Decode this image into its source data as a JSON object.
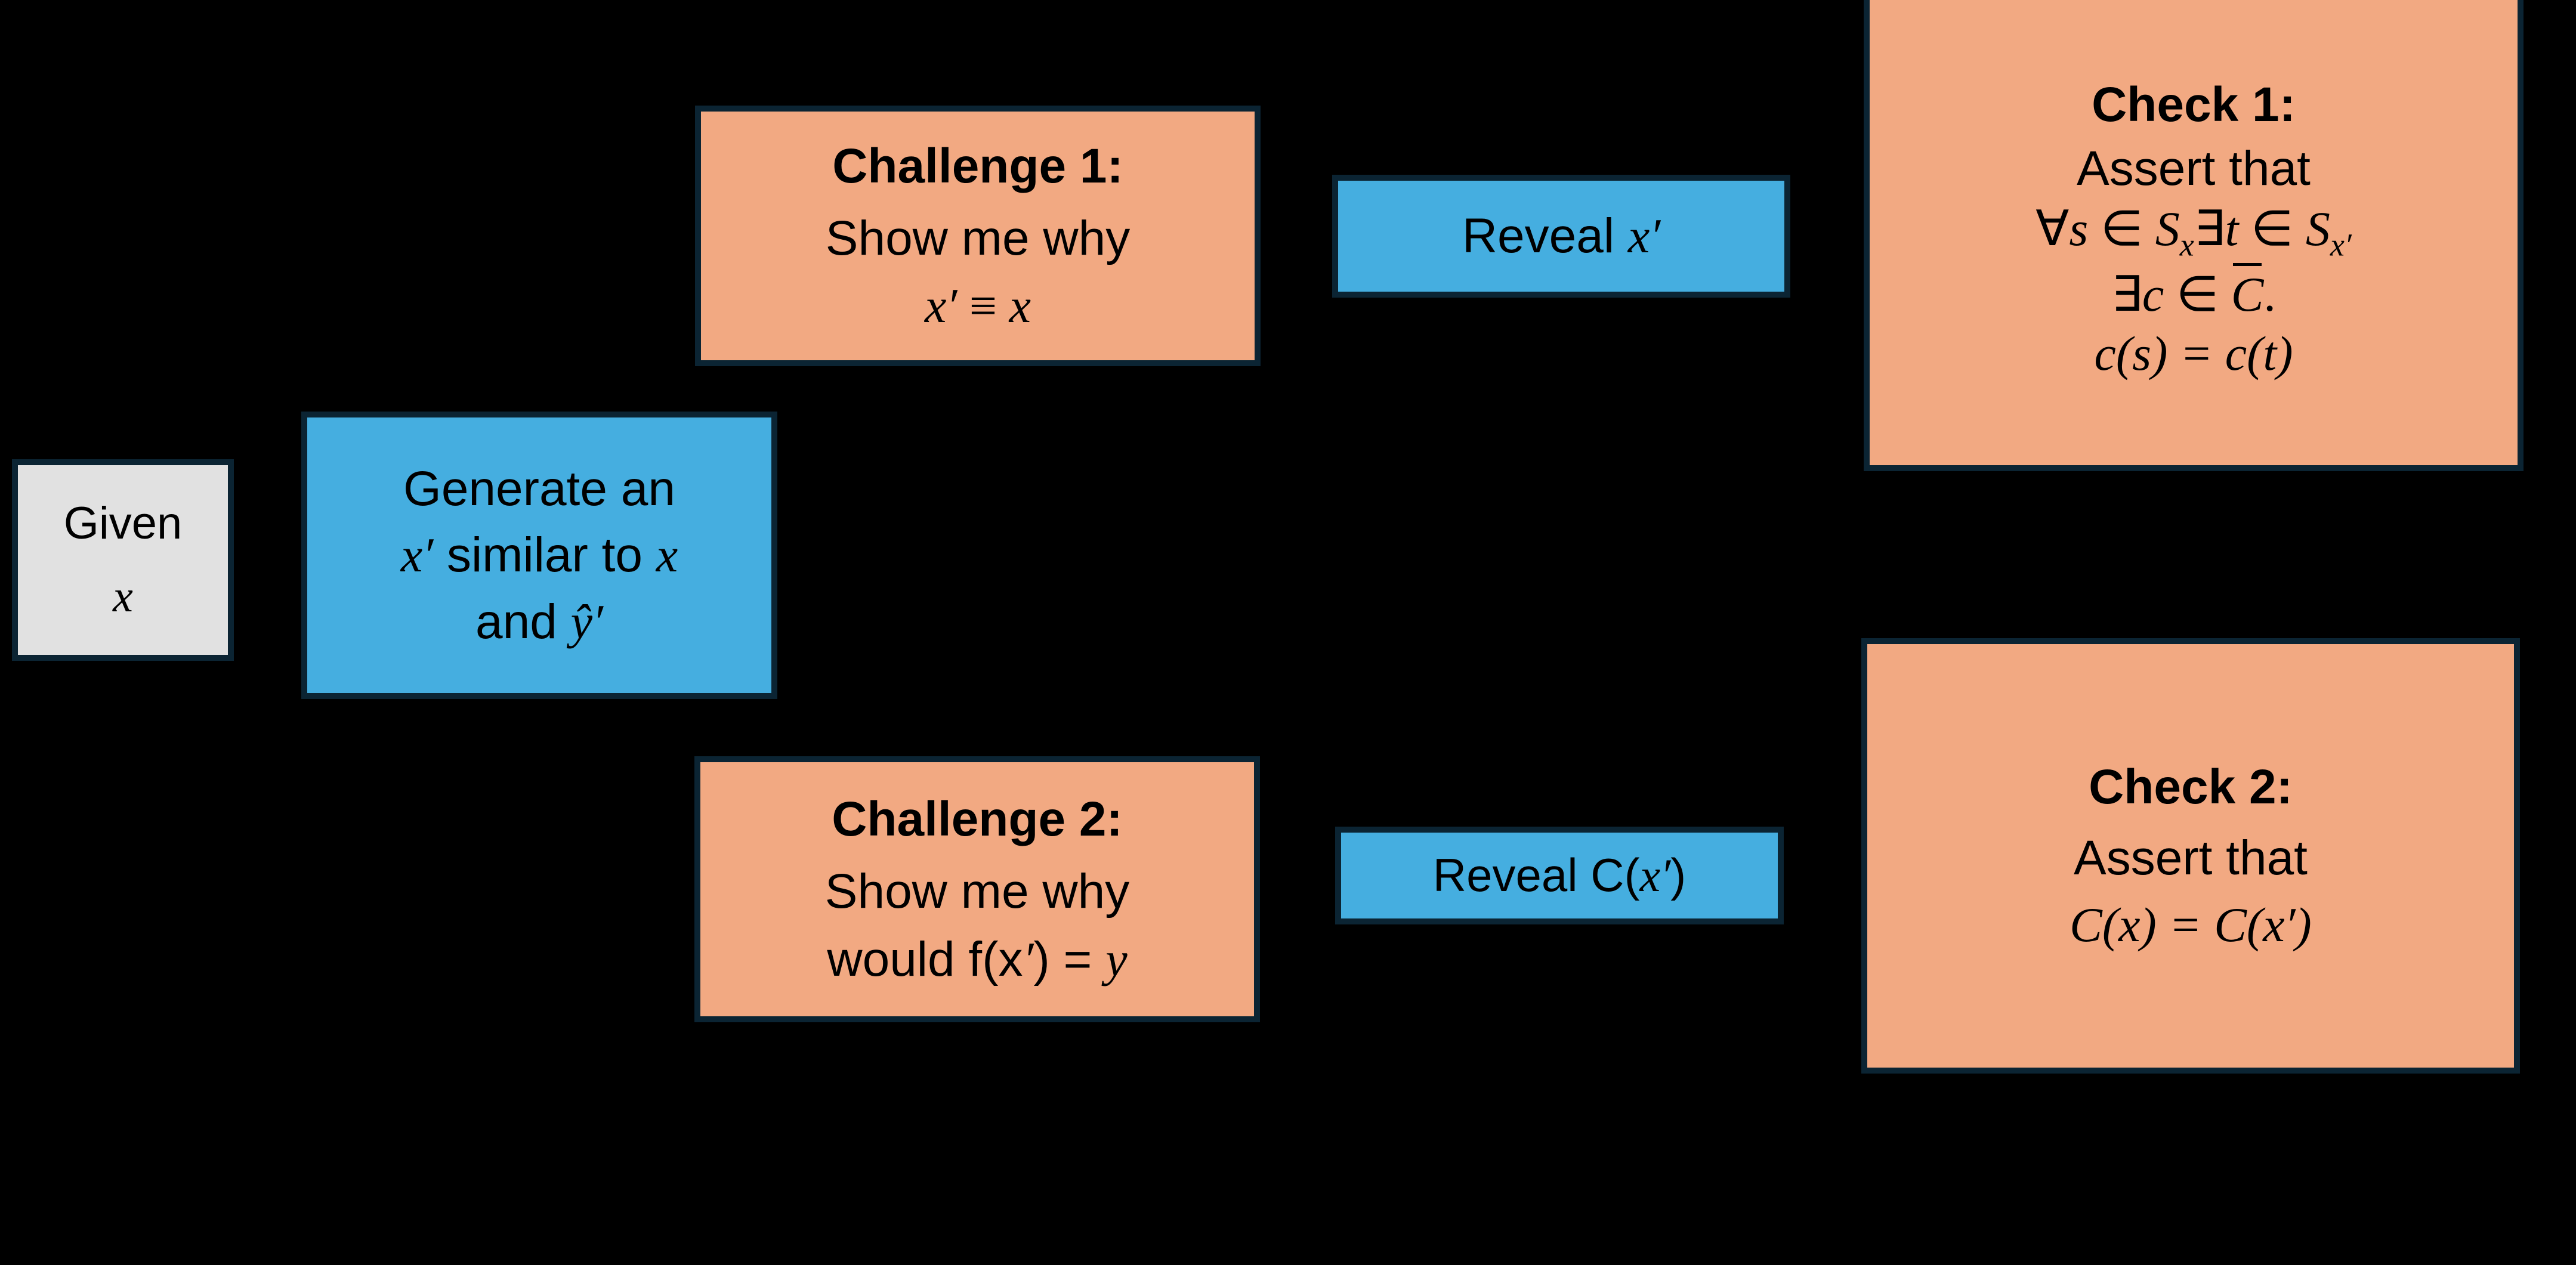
{
  "diagram": {
    "title": "Interactive verification protocol flow",
    "colors": {
      "background": "#000000",
      "border": "#0b2433",
      "grey_fill": "#e1e1e1",
      "blue_fill": "#45aee0",
      "salmon_fill": "#f2a982",
      "text": "#000000"
    },
    "nodes": {
      "given": {
        "kind": "input",
        "fill": "grey",
        "line1": "Given",
        "line2": "x"
      },
      "generate": {
        "kind": "action",
        "fill": "blue",
        "line1": "Generate an",
        "line2_prefix": "x",
        "line2_prime": "′",
        "line2_mid": " similar to ",
        "line2_suffix": "x",
        "line3_prefix": "and ",
        "line3_sym": "ŷ",
        "line3_prime": "′"
      },
      "challenge1": {
        "kind": "challenge",
        "fill": "salmon",
        "header": "Challenge 1:",
        "line1": "Show me why",
        "formula_lhs": "x",
        "formula_lhs_prime": "′",
        "formula_op": " ≡ ",
        "formula_rhs": "x"
      },
      "reveal1": {
        "kind": "reveal",
        "fill": "blue",
        "label": "Reveal ",
        "value": "x",
        "value_prime": "′"
      },
      "check1": {
        "kind": "check",
        "fill": "salmon",
        "header": "Check 1:",
        "line1": "Assert that",
        "line2_a": "∀",
        "line2_b": "s",
        "line2_c": " ∈ ",
        "line2_d": "S",
        "line2_sub1": "x",
        "line2_e": "∃",
        "line2_f": "t",
        "line2_g": " ∈ ",
        "line2_h": "S",
        "line2_sub2": "x′",
        "line3_a": "∃",
        "line3_b": "c",
        "line3_c": " ∈ ",
        "line3_d": "C",
        "line3_e": ".",
        "line4": "c(s) = c(t)"
      },
      "challenge2": {
        "kind": "challenge",
        "fill": "salmon",
        "header": "Challenge 2:",
        "line1": "Show me why",
        "line2_pre": "would f(x",
        "line2_prime": "′",
        "line2_mid": ") = ",
        "line2_y": "y"
      },
      "reveal2": {
        "kind": "reveal",
        "fill": "blue",
        "label": "Reveal C(",
        "value": "x",
        "value_prime": "′",
        "closing": ")"
      },
      "check2": {
        "kind": "check",
        "fill": "salmon",
        "header": "Check 2:",
        "line1": "Assert  that",
        "line2_a": "C",
        "line2_b": "(",
        "line2_c": "x",
        "line2_d": ") = ",
        "line2_e": "C",
        "line2_f": "(",
        "line2_g": "x",
        "line2_prime": "′",
        "line2_h": ")"
      }
    }
  }
}
